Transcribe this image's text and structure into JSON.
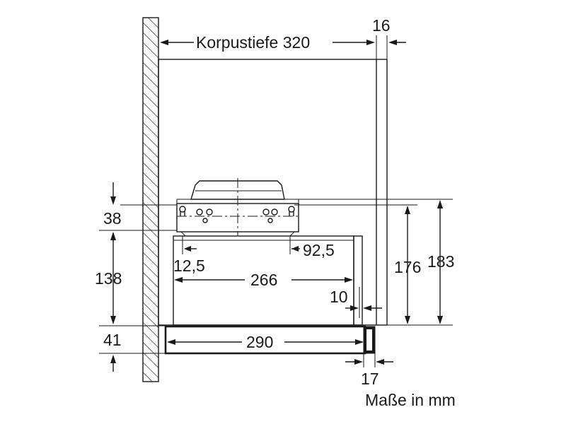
{
  "dimensions": {
    "korpustiefe": "Korpustiefe 320",
    "d16": "16",
    "d38": "38",
    "d138": "138",
    "d41": "41",
    "d12_5": "12,5",
    "d92_5": "92,5",
    "d266": "266",
    "d10": "10",
    "d290": "290",
    "d17": "17",
    "d176": "176",
    "d183": "183"
  },
  "units_note": "Maße in mm",
  "colors": {
    "line": "#1a1a1a",
    "background": "#ffffff"
  }
}
